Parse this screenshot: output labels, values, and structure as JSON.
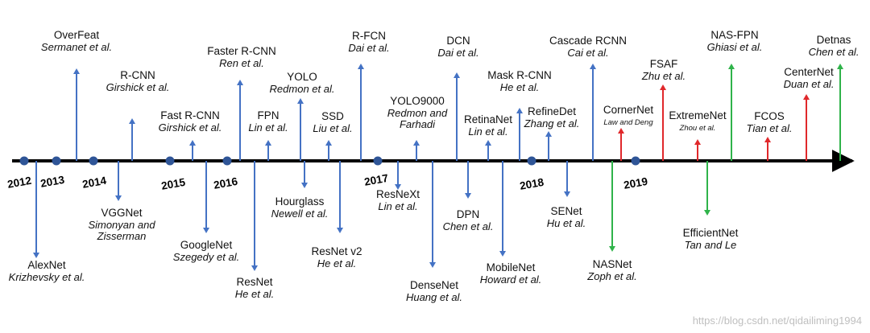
{
  "title": "",
  "years": [
    "2012",
    "2013",
    "2014",
    "2015",
    "2016",
    "2017",
    "2018",
    "2019"
  ],
  "models": [
    {
      "name": "AlexNet",
      "authors": "Krizhevsky et al.",
      "color": "#4472c4"
    },
    {
      "name": "OverFeat",
      "authors": "Sermanet et al.",
      "color": "#4472c4"
    },
    {
      "name": "VGGNet",
      "authors": "Simonyan and\nZisserman",
      "color": "#4472c4"
    },
    {
      "name": "R-CNN",
      "authors": "Girshick et al.",
      "color": "#4472c4"
    },
    {
      "name": "Fast R-CNN",
      "authors": "Girshick et al.",
      "color": "#4472c4"
    },
    {
      "name": "GoogleNet",
      "authors": "Szegedy et al.",
      "color": "#4472c4"
    },
    {
      "name": "Faster R-CNN",
      "authors": "Ren et al.",
      "color": "#4472c4"
    },
    {
      "name": "ResNet",
      "authors": "He et al.",
      "color": "#4472c4"
    },
    {
      "name": "FPN",
      "authors": "Lin et al.",
      "color": "#4472c4"
    },
    {
      "name": "YOLO",
      "authors": "Redmon et al.",
      "color": "#4472c4"
    },
    {
      "name": "Hourglass",
      "authors": "Newell et al.",
      "color": "#4472c4"
    },
    {
      "name": "SSD",
      "authors": "Liu et al.",
      "color": "#4472c4"
    },
    {
      "name": "ResNet v2",
      "authors": "He et al.",
      "color": "#4472c4"
    },
    {
      "name": "R-FCN",
      "authors": "Dai et al.",
      "color": "#4472c4"
    },
    {
      "name": "ResNeXt",
      "authors": "Lin et al.",
      "color": "#4472c4"
    },
    {
      "name": "YOLO9000",
      "authors": "Redmon and\nFarhadi",
      "color": "#4472c4"
    },
    {
      "name": "DenseNet",
      "authors": "Huang et al.",
      "color": "#4472c4"
    },
    {
      "name": "DCN",
      "authors": "Dai et al.",
      "color": "#4472c4"
    },
    {
      "name": "DPN",
      "authors": "Chen et al.",
      "color": "#4472c4"
    },
    {
      "name": "RetinaNet",
      "authors": "Lin et al.",
      "color": "#4472c4"
    },
    {
      "name": "MobileNet",
      "authors": "Howard et al.",
      "color": "#4472c4"
    },
    {
      "name": "Mask R-CNN",
      "authors": "He et al.",
      "color": "#4472c4"
    },
    {
      "name": "RefineDet",
      "authors": "Zhang et al.",
      "color": "#4472c4"
    },
    {
      "name": "SENet",
      "authors": "Hu et al.",
      "color": "#4472c4"
    },
    {
      "name": "Cascade RCNN",
      "authors": "Cai et al.",
      "color": "#4472c4"
    },
    {
      "name": "NASNet",
      "authors": "Zoph et al.",
      "color": "#2fb34a"
    },
    {
      "name": "CornerNet",
      "authors": "Law and Deng",
      "color": "#e0282b"
    },
    {
      "name": "FSAF",
      "authors": "Zhu et al.",
      "color": "#e0282b"
    },
    {
      "name": "ExtremeNet",
      "authors": "Zhou et al.",
      "color": "#e0282b"
    },
    {
      "name": "EfficientNet",
      "authors": "Tan and Le",
      "color": "#2fb34a"
    },
    {
      "name": "NAS-FPN",
      "authors": "Ghiasi et al.",
      "color": "#2fb34a"
    },
    {
      "name": "FCOS",
      "authors": "Tian et al.",
      "color": "#e0282b"
    },
    {
      "name": "CenterNet",
      "authors": "Duan et al.",
      "color": "#e0282b"
    },
    {
      "name": "Detnas",
      "authors": "Chen et al.",
      "color": "#2fb34a"
    }
  ],
  "colors": {
    "axis": "#000000",
    "dot": "#2f5597",
    "default_arrow": "#4472c4"
  },
  "watermark": "https://blog.csdn.net/qidailiming1994"
}
